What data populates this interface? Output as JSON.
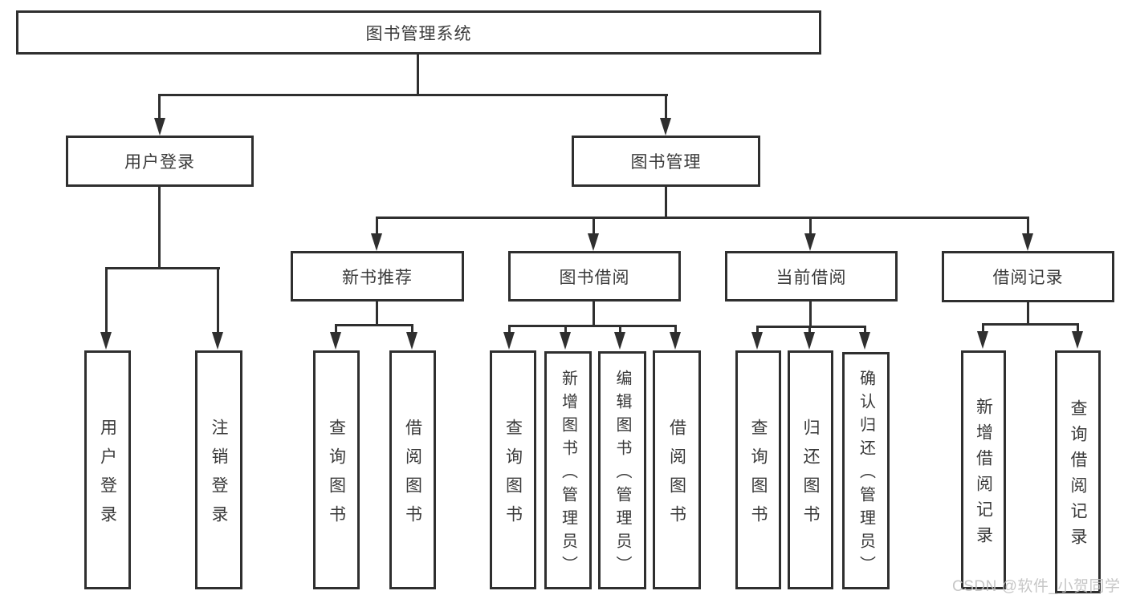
{
  "nodes": {
    "root": "图书管理系统",
    "user_login": "用户登录",
    "book_mgmt": "图书管理",
    "new_book_rec": "新书推荐",
    "book_borrow": "图书借阅",
    "current_borrow": "当前借阅",
    "borrow_records": "借阅记录",
    "leaf_user_login": "用户登录",
    "leaf_logout": "注销登录",
    "rec_query_books": "查询图书",
    "rec_borrow_books": "借阅图书",
    "bb_query_books": "查询图书",
    "bb_add_books": "新增图书（管理员）",
    "bb_edit_books": "编辑图书（管理员）",
    "bb_borrow_books": "借阅图书",
    "cb_query_books": "查询图书",
    "cb_return_books": "归还图书",
    "cb_confirm_return": "确认归还（管理员）",
    "br_add_record": "新增借阅记录",
    "br_query_record": "查询借阅记录"
  },
  "hierarchy": {
    "图书管理系统": [
      "用户登录",
      "图书管理"
    ],
    "用户登录": [
      "用户登录",
      "注销登录"
    ],
    "图书管理": [
      "新书推荐",
      "图书借阅",
      "当前借阅",
      "借阅记录"
    ],
    "新书推荐": [
      "查询图书",
      "借阅图书"
    ],
    "图书借阅": [
      "查询图书",
      "新增图书（管理员）",
      "编辑图书（管理员）",
      "借阅图书"
    ],
    "当前借阅": [
      "查询图书",
      "归还图书",
      "确认归还（管理员）"
    ],
    "借阅记录": [
      "新增借阅记录",
      "查询借阅记录"
    ]
  },
  "watermark": "CSDN @软件_小贺同学",
  "colors": {
    "line": "#2f2f2f",
    "text": "#3a3a3a",
    "watermark": "#c0c0c0",
    "background": "#ffffff"
  }
}
